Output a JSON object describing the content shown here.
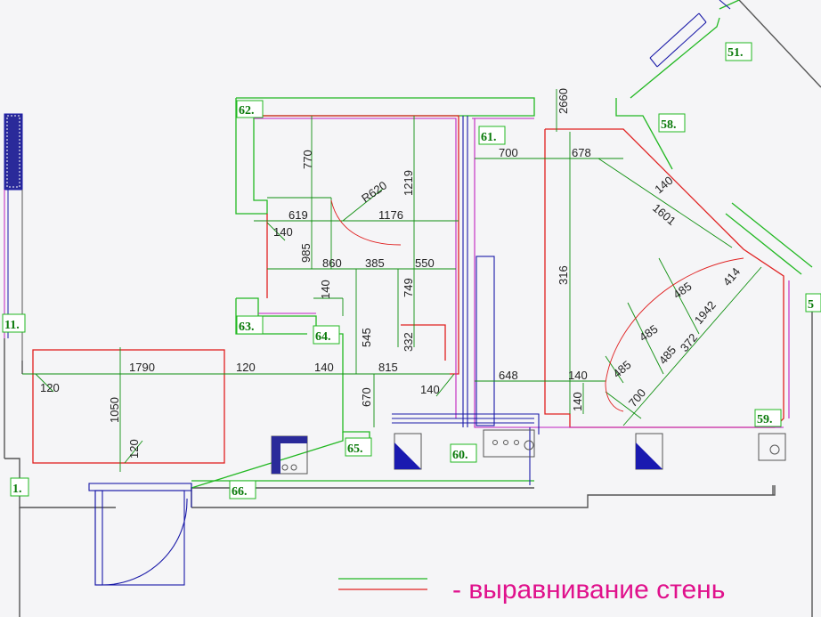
{
  "colors": {
    "background": "#f5f5f7",
    "wall": "#555555",
    "green": "#22b822",
    "red": "#e02020",
    "magenta": "#c020c0",
    "blue": "#1a1aa8",
    "label": "#0a7a0a",
    "legend_text": "#e0118c"
  },
  "room_labels": [
    "62.",
    "61.",
    "51.",
    "58.",
    "63.",
    "64.",
    "65.",
    "60.",
    "66.",
    "59.",
    "11.",
    "1.",
    "5"
  ],
  "dimensions": [
    "770",
    "R620",
    "1219",
    "619",
    "1176",
    "140",
    "985",
    "860",
    "385",
    "550",
    "140",
    "749",
    "545",
    "332",
    "1790",
    "120",
    "120",
    "1050",
    "120",
    "140",
    "815",
    "140",
    "670",
    "700",
    "678",
    "140",
    "1601",
    "2660",
    "316",
    "485",
    "414",
    "485",
    "1942",
    "372",
    "485",
    "485",
    "700",
    "648",
    "140",
    "140"
  ],
  "legend": {
    "text": "- выравнивание стень"
  }
}
